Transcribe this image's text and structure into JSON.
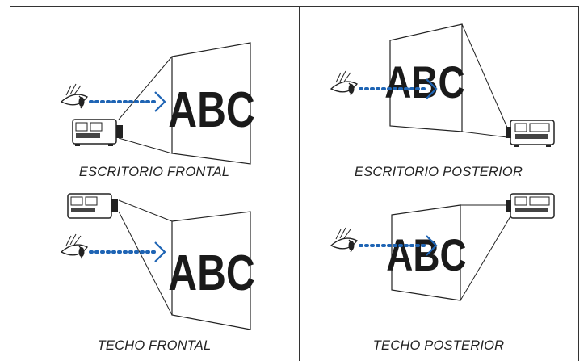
{
  "panels": [
    {
      "caption": "ESCRITORIO FRONTAL",
      "screen_text": "ABC"
    },
    {
      "caption": "ESCRITORIO POSTERIOR",
      "screen_text": "ABC"
    },
    {
      "caption": "TECHO FRONTAL",
      "screen_text": "ABC"
    },
    {
      "caption": "TECHO POSTERIOR",
      "screen_text": "ABC"
    }
  ],
  "colors": {
    "arrow": "#1e64b4",
    "border": "#333333",
    "text": "#1a1a1a"
  }
}
